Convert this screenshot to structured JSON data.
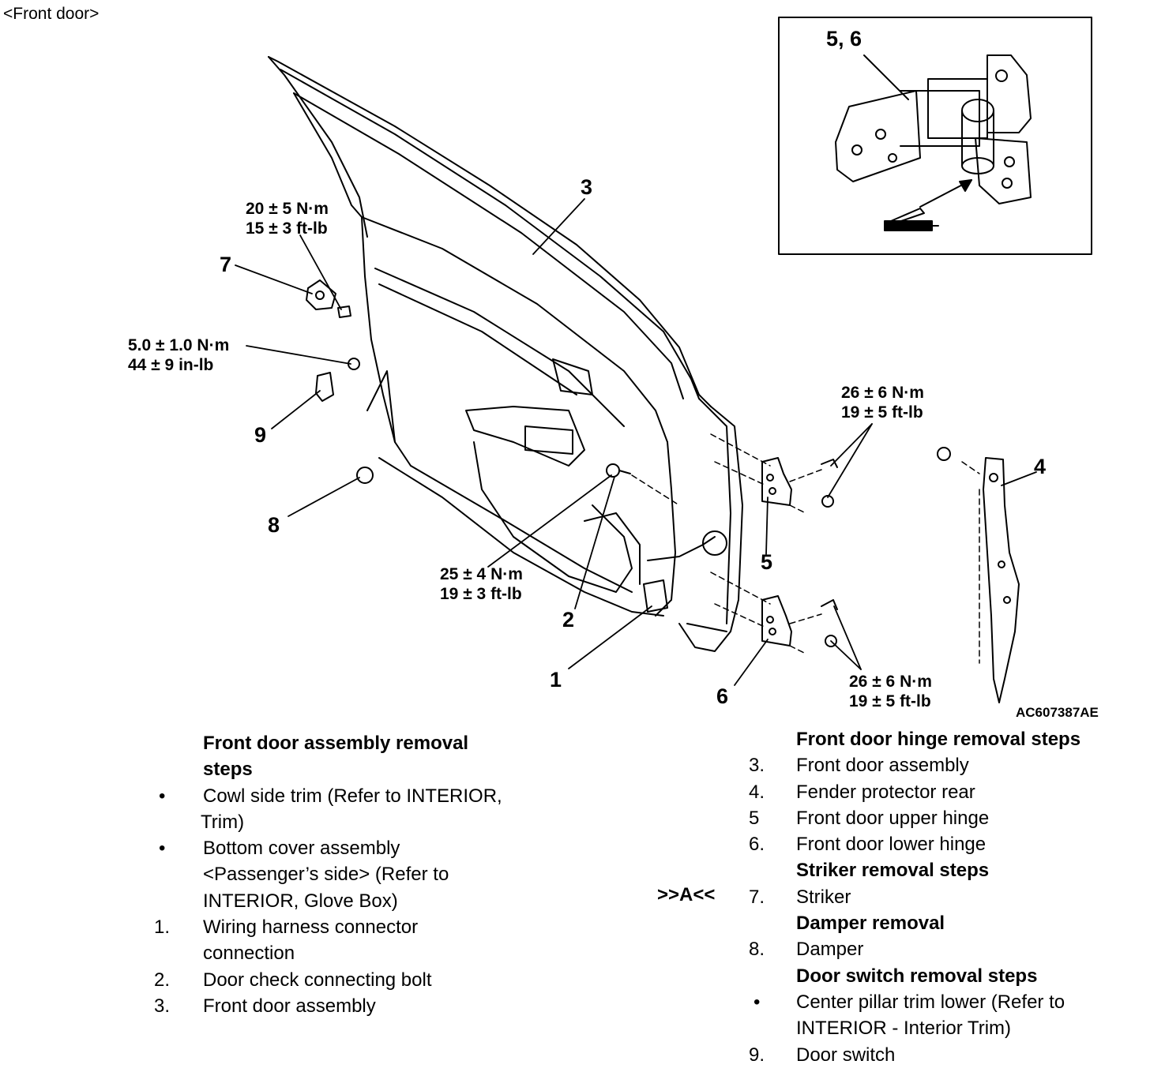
{
  "header": "<Front door>",
  "figure_code": "AC607387AE",
  "callouts": {
    "c56": "5, 6",
    "c3": "3",
    "c7": "7",
    "c9": "9",
    "c8": "8",
    "c2": "2",
    "c1": "1",
    "c5": "5",
    "c6": "6",
    "c4": "4"
  },
  "torques": {
    "t7": [
      "20 ± 5 N·m",
      "15 ± 3 ft-lb"
    ],
    "t9": [
      "5.0 ± 1.0 N·m",
      "44 ± 9 in-lb"
    ],
    "t2": [
      "25 ± 4 N·m",
      "19 ± 3 ft-lb"
    ],
    "t5": [
      "26 ± 6 N·m",
      "19 ± 5 ft-lb"
    ],
    "t6": [
      "26 ± 6 N·m",
      "19 ± 5 ft-lb"
    ]
  },
  "left_list": {
    "title_line1": "Front door assembly removal",
    "title_line2": "steps",
    "items": [
      {
        "marker": "•",
        "lines": [
          "Cowl side trim (Refer to  INTERIOR,",
          "Trim)"
        ]
      },
      {
        "marker": "•",
        "lines": [
          "Bottom cover assembly",
          "<Passenger’s side> (Refer to",
          "INTERIOR, Glove Box)"
        ]
      },
      {
        "marker": "1.",
        "lines": [
          "Wiring harness connector",
          "connection"
        ]
      },
      {
        "marker": "2.",
        "lines": [
          "Door check connecting bolt"
        ]
      },
      {
        "marker": "3.",
        "lines": [
          "Front door assembly"
        ]
      }
    ]
  },
  "right_list": {
    "striker_tag": ">>A<<",
    "rows": [
      {
        "type": "heading",
        "text": "Front door hinge removal steps"
      },
      {
        "type": "item",
        "marker": "3.",
        "text": "Front door assembly"
      },
      {
        "type": "item",
        "marker": "4.",
        "text": "Fender protector rear"
      },
      {
        "type": "item",
        "marker": "5",
        "text": "Front door upper hinge"
      },
      {
        "type": "item",
        "marker": "6.",
        "text": "Front door lower hinge"
      },
      {
        "type": "heading",
        "text": "Striker removal steps"
      },
      {
        "type": "item",
        "marker": "7.",
        "text": "Striker"
      },
      {
        "type": "heading",
        "text": "Damper removal"
      },
      {
        "type": "item",
        "marker": "8.",
        "text": "Damper"
      },
      {
        "type": "heading",
        "text": "Door switch removal steps"
      },
      {
        "type": "item",
        "marker": "•",
        "text": "Center pillar trim lower (Refer to"
      },
      {
        "type": "item",
        "marker": "",
        "text": "INTERIOR - Interior Trim)"
      },
      {
        "type": "item",
        "marker": "9.",
        "text": "Door switch"
      }
    ]
  }
}
